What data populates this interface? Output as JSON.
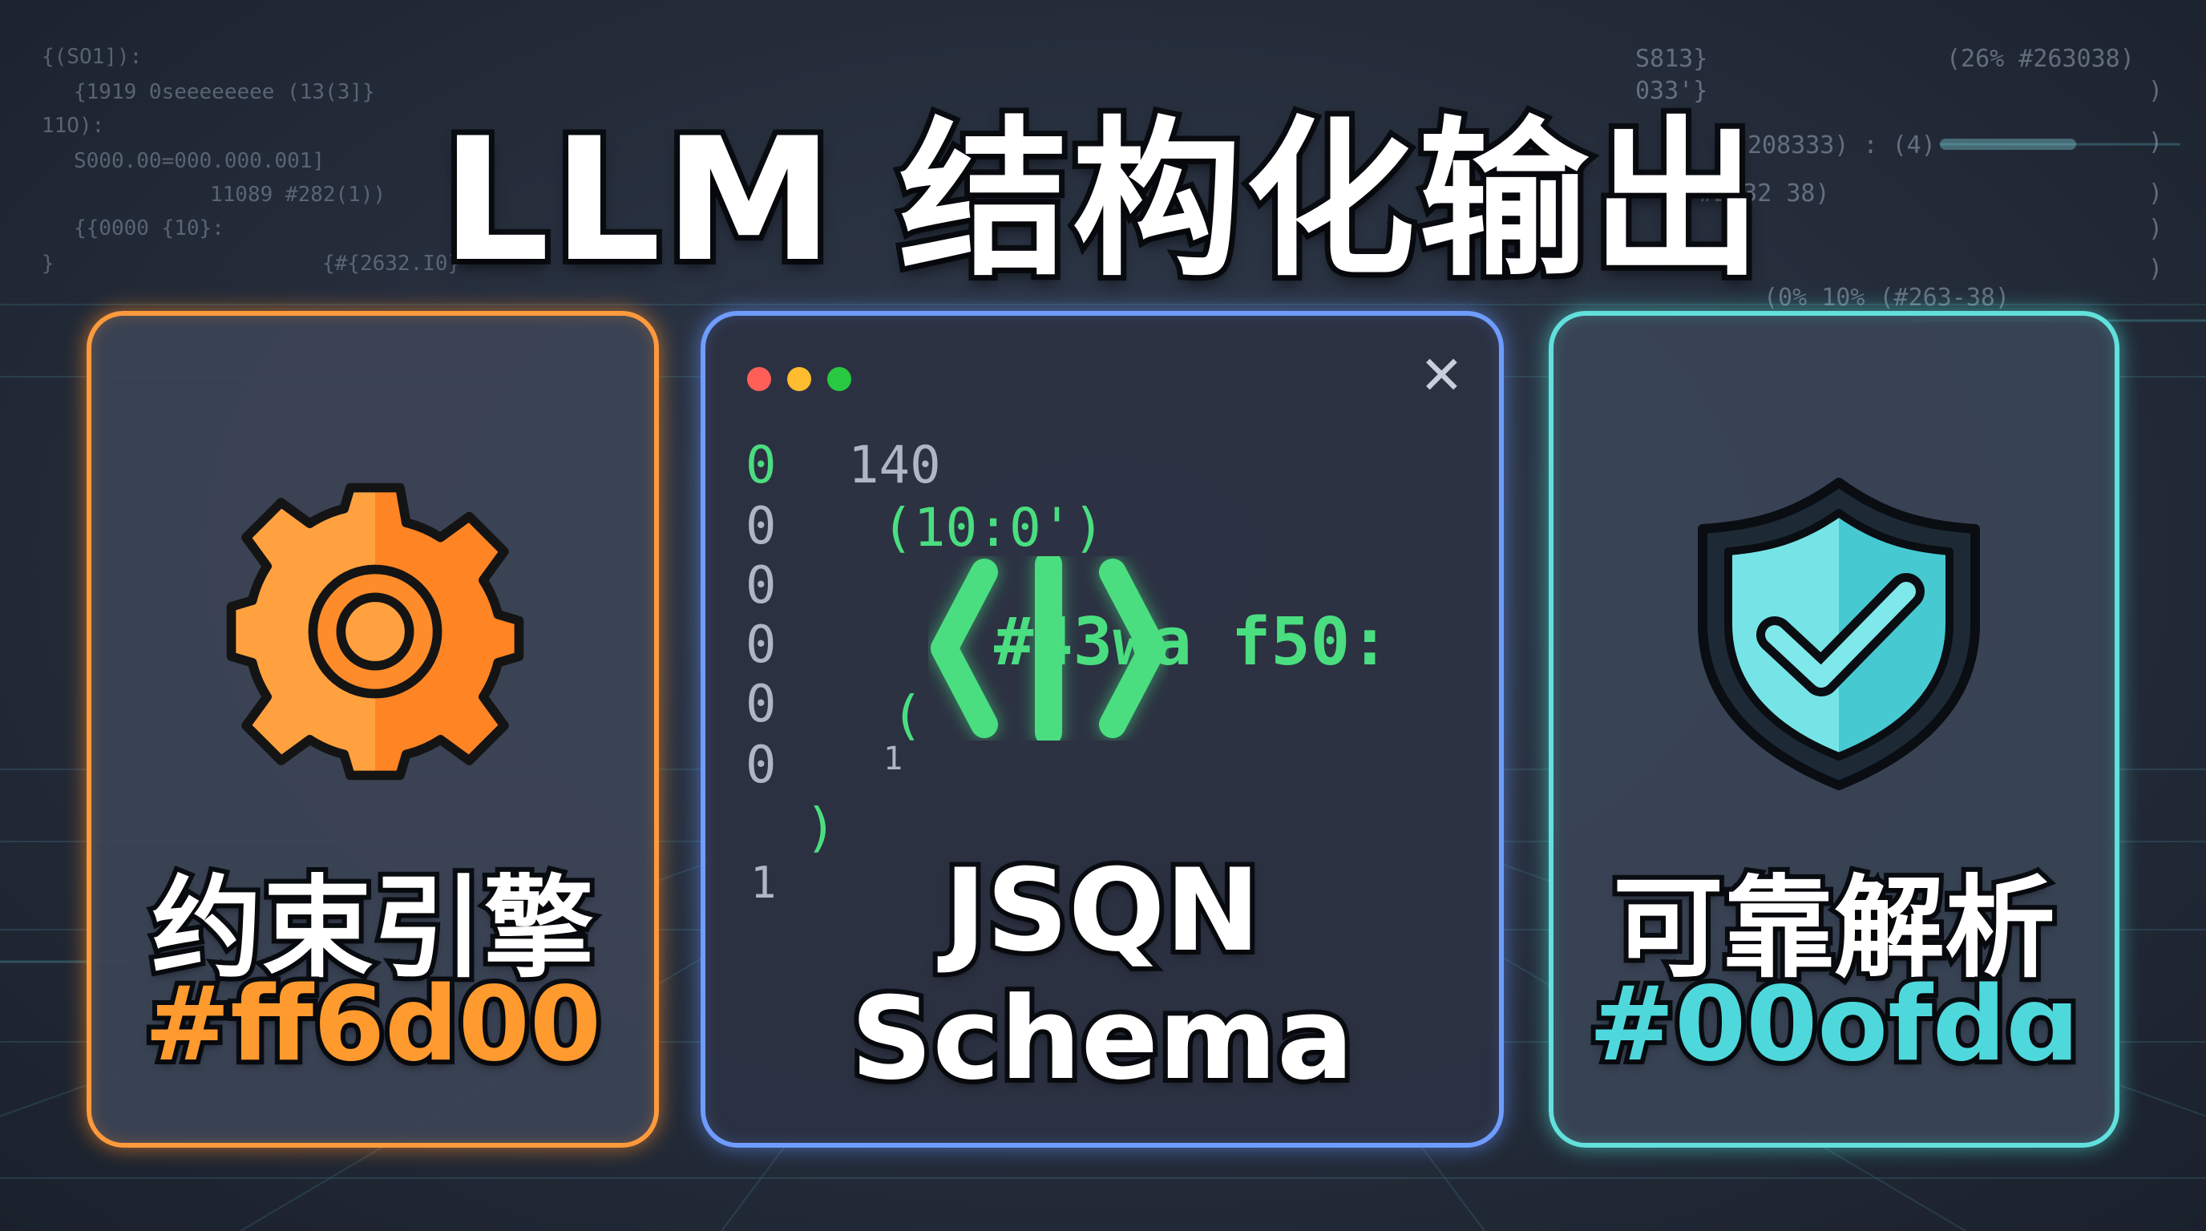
{
  "title": "LLM 结构化输出",
  "background_code": {
    "left": [
      "{(SO1]):",
      "{1919 0seeeeeeee (13(3]}",
      "11O):",
      "S000.00=000.000.001]",
      "11089 #282(1))",
      "{{0000 {10}:",
      "}",
      "{#{2632.I0}"
    ],
    "right": [
      "S813}",
      "(26% #263038)",
      ")",
      "033'}",
      ")",
      "208333) : (4)",
      ")",
      "#2632 38)",
      ")",
      ")",
      "(0% 10% (#263-38)"
    ]
  },
  "cards": {
    "gear": {
      "icon": "gear-icon",
      "label": "约束引擎",
      "hex": "#ff6d00",
      "accent": "#ff9a3c",
      "icon_color": "#ff8c2a"
    },
    "code": {
      "window_dots": [
        "#ff5f57",
        "#febc2e",
        "#28c840"
      ],
      "close_symbol": "✕",
      "gutter": [
        "0",
        "0",
        "0",
        "0",
        "0",
        "0"
      ],
      "code_lines": [
        "140",
        "(10:0')",
        "#43ᴡa f50:",
        "(",
        "1",
        ")",
        "1"
      ],
      "icon": "code-brackets-icon",
      "label_line1": "JSQN",
      "label_line2": "Schema",
      "accent": "#6f9cff",
      "code_color": "#4ade80"
    },
    "shield": {
      "icon": "shield-check-icon",
      "label": "可靠解析",
      "hex": "#00ofdɑ",
      "accent": "#62e0dc",
      "icon_color": "#4fd6d8"
    }
  }
}
